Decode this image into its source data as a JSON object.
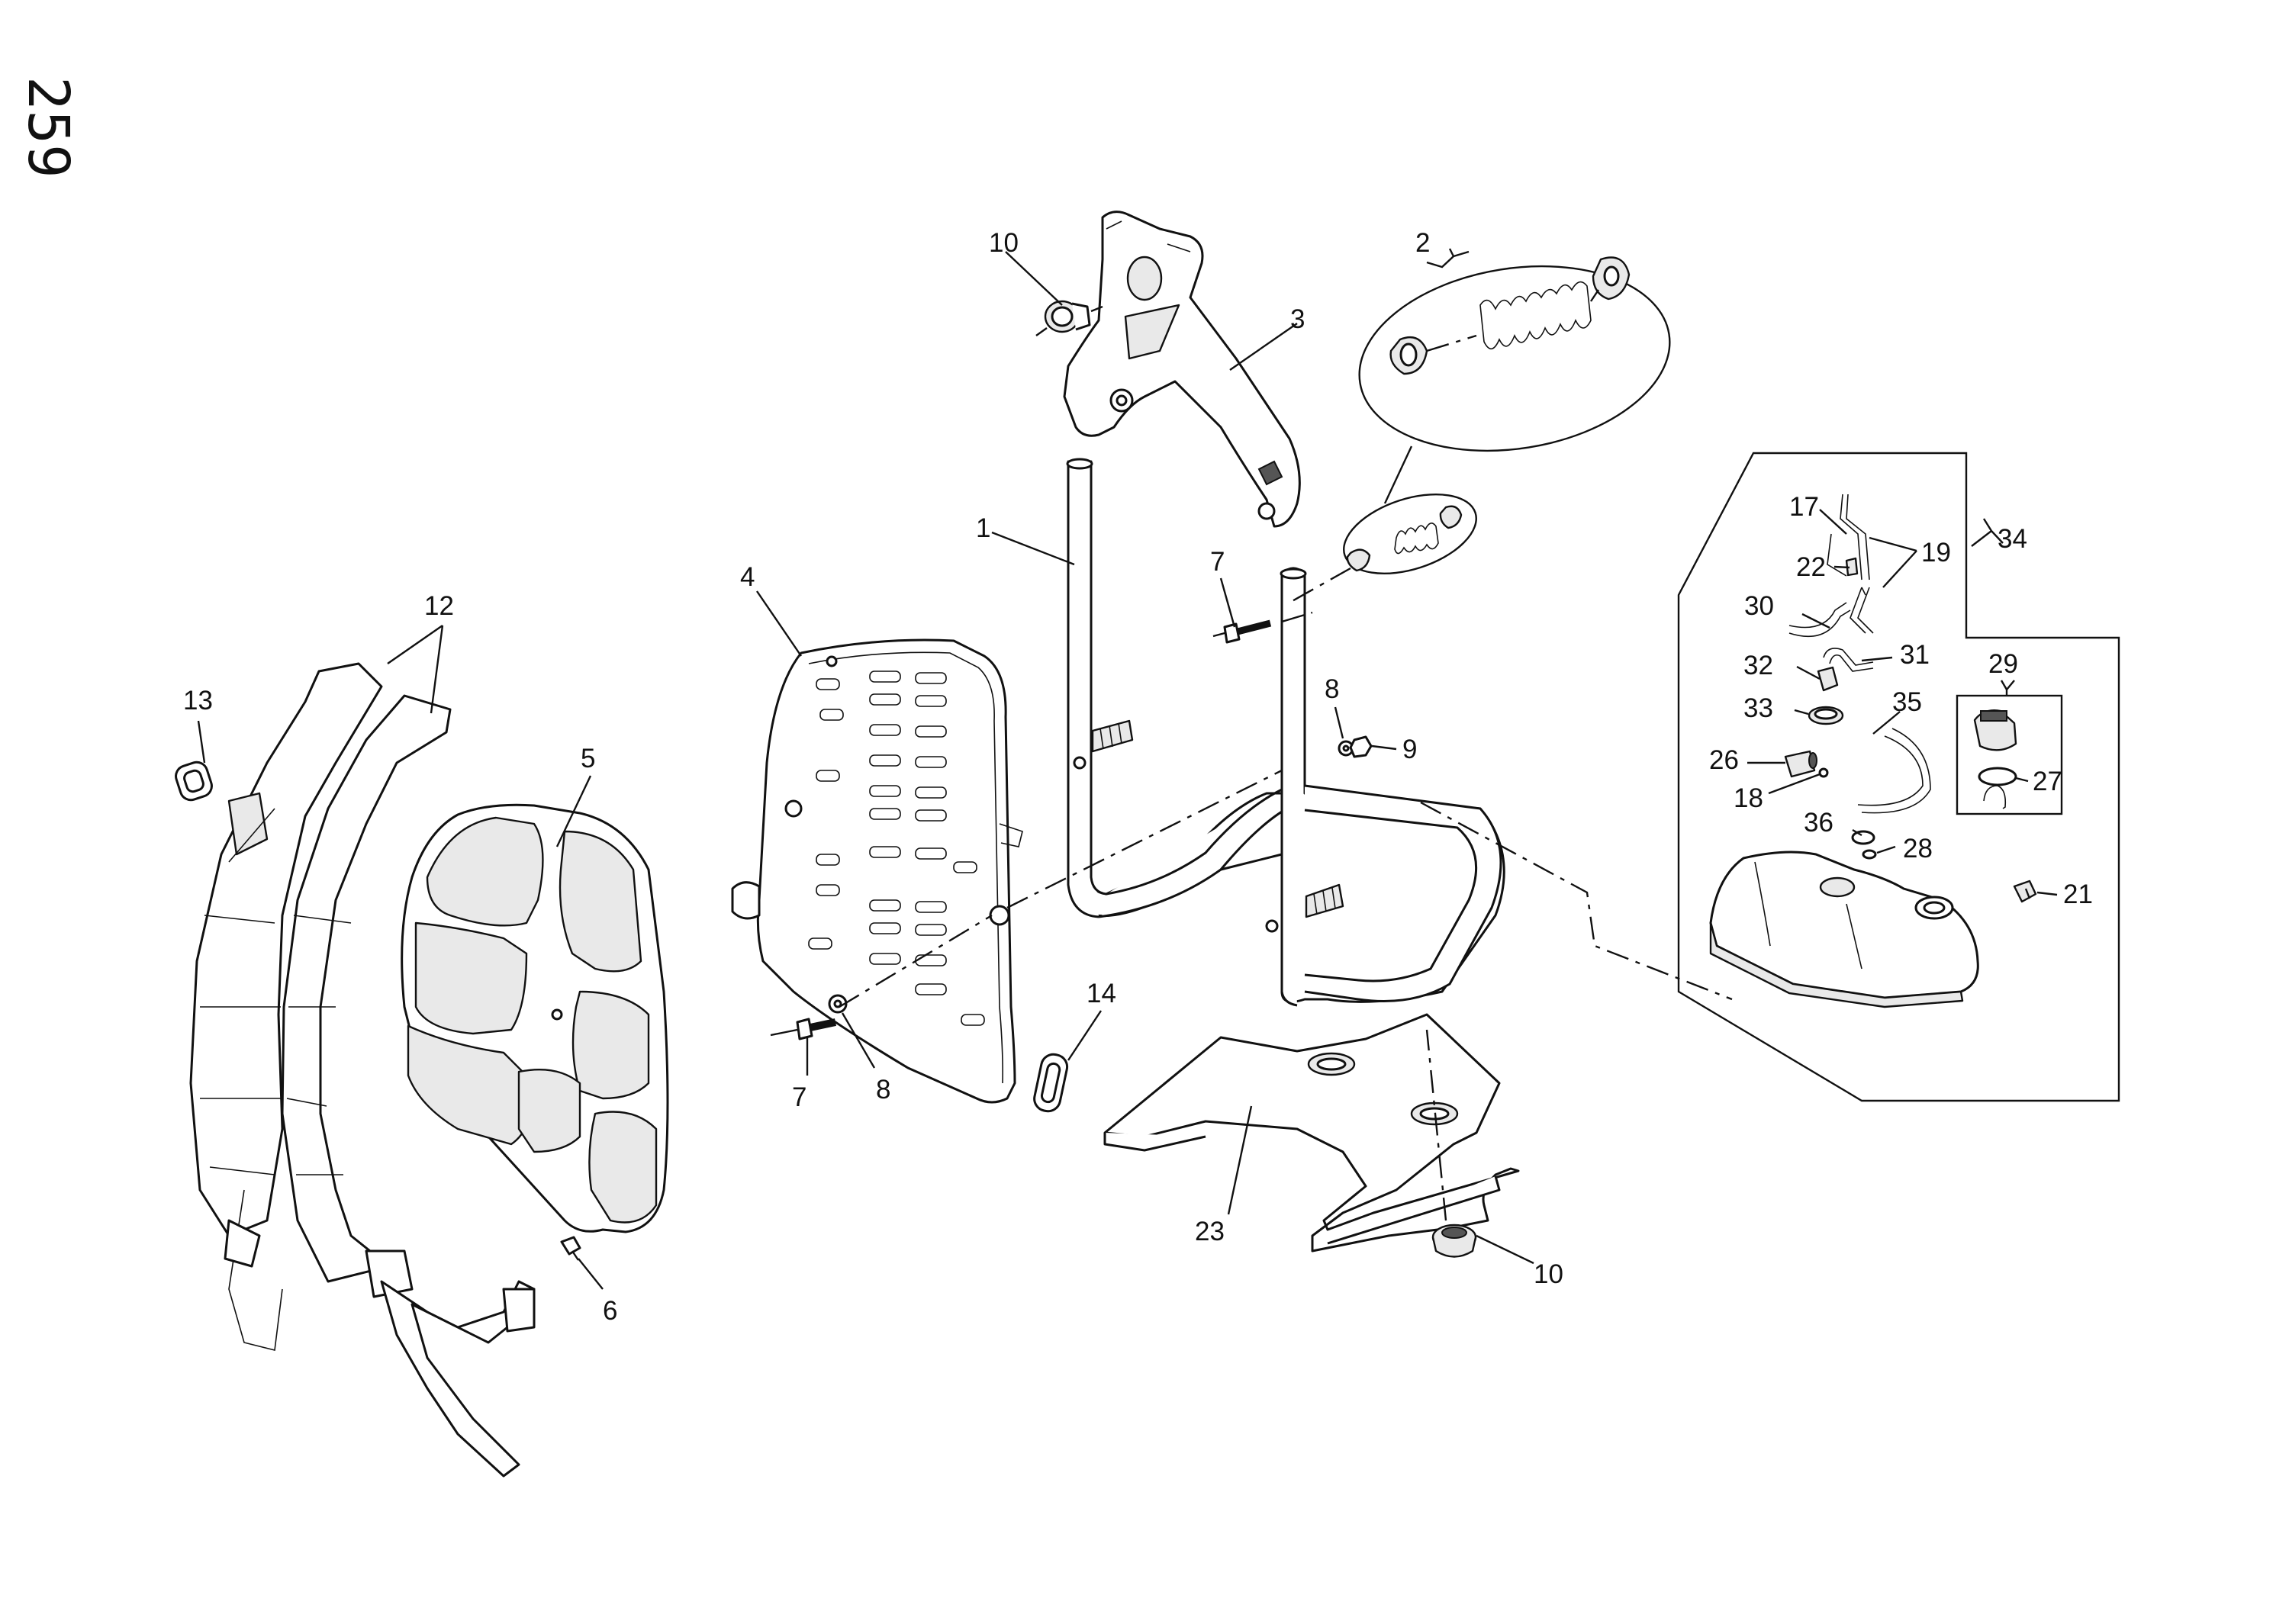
{
  "page_number": "259",
  "callouts": {
    "c1": "1",
    "c2": "2",
    "c3": "3",
    "c4": "4",
    "c5": "5",
    "c6": "6",
    "c7a": "7",
    "c7b": "7",
    "c8a": "8",
    "c8b": "8",
    "c9": "9",
    "c10a": "10",
    "c10b": "10",
    "c12": "12",
    "c13": "13",
    "c14": "14",
    "c17": "17",
    "c18": "18",
    "c19": "19",
    "c21": "21",
    "c22": "22",
    "c23": "23",
    "c26": "26",
    "c27": "27",
    "c28": "28",
    "c29": "29",
    "c30": "30",
    "c31": "31",
    "c32": "32",
    "c33": "33",
    "c34": "34",
    "c35": "35",
    "c36": "36"
  }
}
